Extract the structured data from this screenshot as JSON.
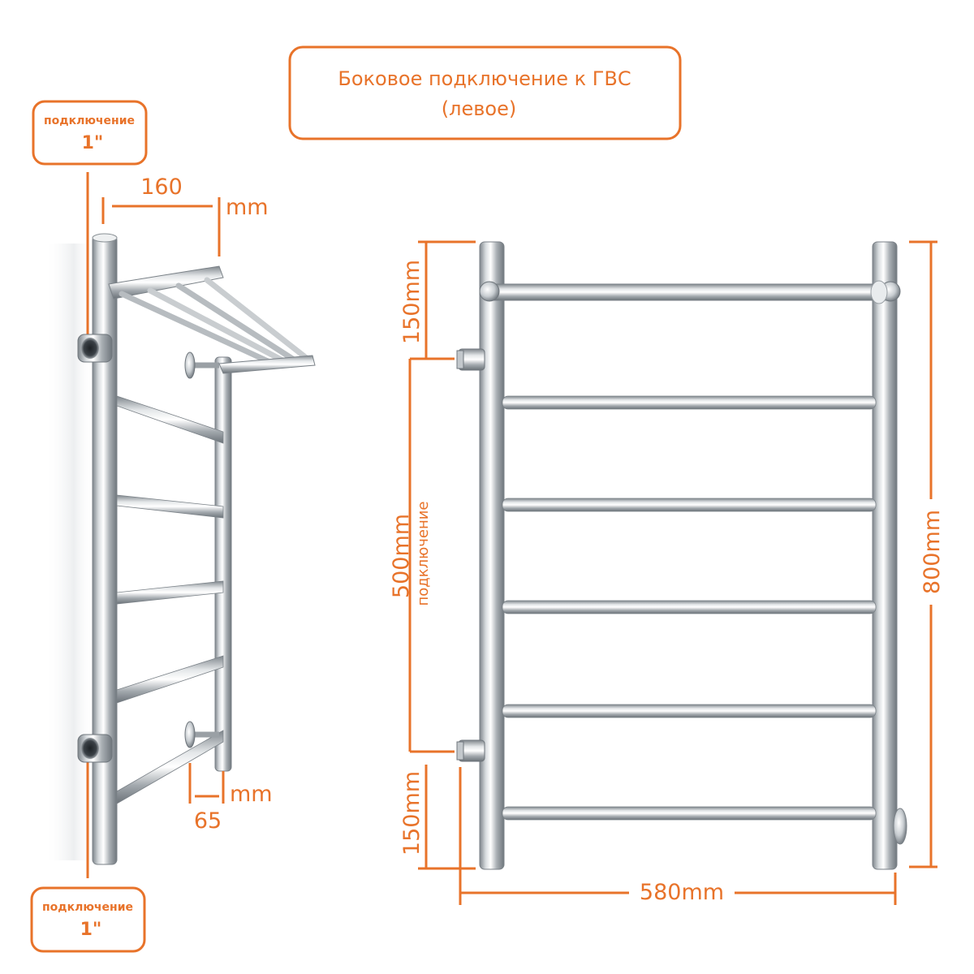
{
  "title": {
    "line1": "Боковое подключение к ГВС",
    "line2": "(левое)"
  },
  "connection_top": {
    "label": "подключение",
    "size": "1\""
  },
  "connection_bottom": {
    "label": "подключение",
    "size": "1\""
  },
  "side_view": {
    "shelf_depth_value": "160",
    "shelf_depth_unit": "mm",
    "wall_gap_value": "65",
    "wall_gap_unit": "mm"
  },
  "front_view": {
    "top_offset": "150mm",
    "connection_distance": "500mm",
    "connection_distance_label": "подключение",
    "bottom_offset": "150mm",
    "total_height": "800mm",
    "width": "580mm"
  },
  "colors": {
    "accent": "#e8732a",
    "steel_dark": "#8f969c",
    "steel_light": "#f4f6f7"
  }
}
